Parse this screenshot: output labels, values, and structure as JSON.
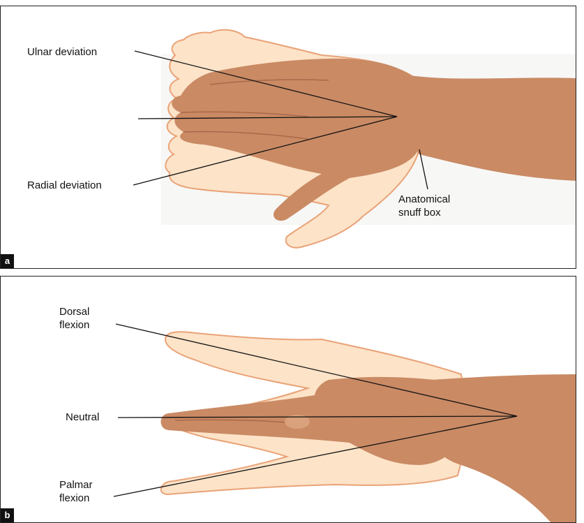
{
  "panel_a": {
    "letter": "a",
    "labels": {
      "ulnar": "Ulnar deviation",
      "radial": "Radial deviation",
      "snuff_line1": "Anatomical",
      "snuff_line2": "snuff box"
    }
  },
  "panel_b": {
    "letter": "b",
    "labels": {
      "dorsal_line1": "Dorsal",
      "dorsal_line2": "flexion",
      "neutral": "Neutral",
      "palmar_line1": "Palmar",
      "palmar_line2": "flexion"
    }
  },
  "colors": {
    "outline_fill": "#fde3c8",
    "outline_stroke": "#e9a277",
    "skin": "#c98a64",
    "skin_dark": "#a9694a",
    "line": "#111111"
  }
}
